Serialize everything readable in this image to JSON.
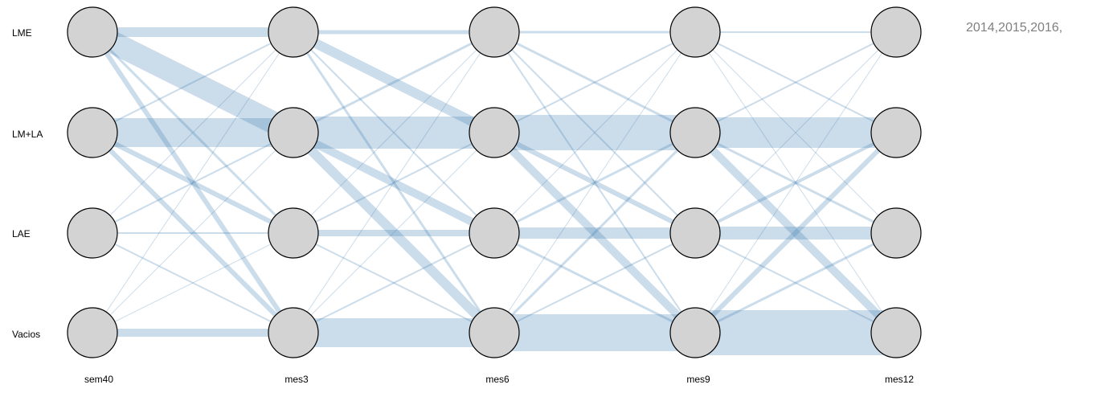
{
  "years_label": "2014,2015,2016,",
  "rows": [
    "LME",
    "LM+LA",
    "LAE",
    "Vacios"
  ],
  "columns": [
    "sem40",
    "mes3",
    "mes6",
    "mes9",
    "mes12"
  ],
  "colors": {
    "node_fill": "#d3d3d3",
    "node_stroke": "#000000",
    "flow": "#4682b4",
    "years_text": "#808080"
  },
  "flows": [
    [
      [
        12,
        28,
        3,
        6
      ],
      [
        2,
        36,
        6,
        6
      ],
      [
        1,
        2,
        2,
        2
      ],
      [
        1,
        1,
        1,
        10
      ]
    ],
    [
      [
        5,
        12,
        2,
        3
      ],
      [
        3,
        40,
        10,
        12
      ],
      [
        1,
        2,
        8,
        2
      ],
      [
        1,
        1,
        2,
        36
      ]
    ],
    [
      [
        3,
        3,
        2,
        2
      ],
      [
        2,
        44,
        6,
        10
      ],
      [
        1,
        3,
        14,
        3
      ],
      [
        1,
        3,
        2,
        46
      ]
    ],
    [
      [
        2,
        2,
        1,
        1
      ],
      [
        2,
        38,
        3,
        10
      ],
      [
        1,
        4,
        16,
        2
      ],
      [
        1,
        6,
        3,
        56
      ]
    ]
  ]
}
